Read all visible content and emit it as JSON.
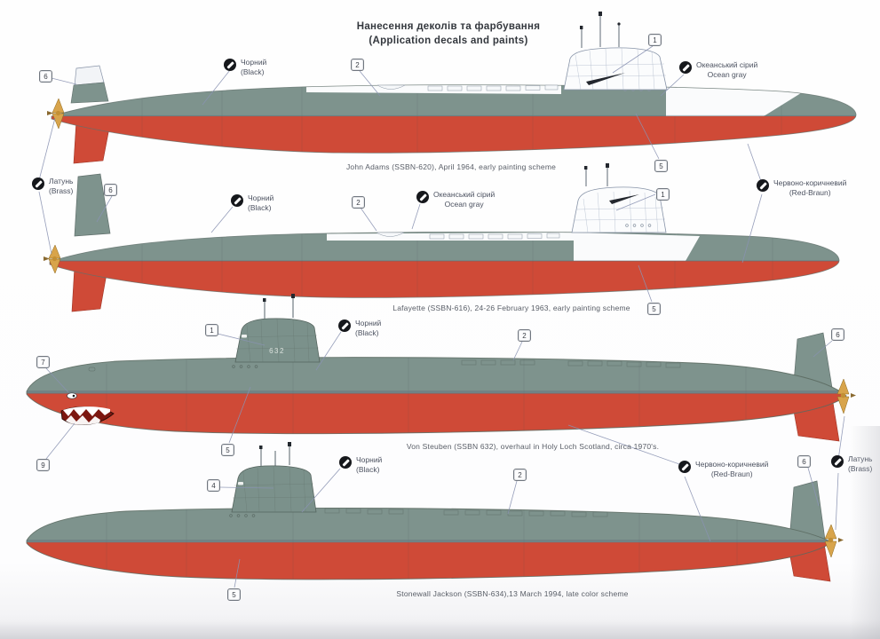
{
  "title": {
    "uk": "Нанесення деколів та фарбування",
    "en": "(Application decals and paints)"
  },
  "labels": {
    "black": {
      "uk": "Чорний",
      "en": "(Black)"
    },
    "ocean_gray": {
      "uk": "Океанський сірий",
      "en": "Ocean gray"
    },
    "brass": {
      "uk": "Латунь",
      "en": "(Brass)"
    },
    "red_braun": {
      "uk": "Червоно-коричневий",
      "en": "(Red-Braun)"
    }
  },
  "callouts": {
    "c1": "1",
    "c2": "2",
    "c4": "4",
    "c5": "5",
    "c6": "6",
    "c7": "7",
    "c9": "9"
  },
  "sail_numbers": {
    "von_steuben": "632"
  },
  "schemes": [
    {
      "caption": "John Adams (SSBN-620), April 1964, early painting scheme"
    },
    {
      "caption": "Lafayette (SSBN-616), 24-26 February 1963, early painting scheme"
    },
    {
      "caption": "Von Steuben (SSBN 632), overhaul in Holy Loch Scotland, circa 1970's."
    },
    {
      "caption": "Stonewall Jackson (SSBN-634),13 March 1994, late color scheme"
    }
  ],
  "colors": {
    "ocean_gray": "#7e938d",
    "red_braun": "#cf4a37",
    "brass": "#d8a44b",
    "black": "#16181c",
    "white": "#fbfcfd"
  }
}
